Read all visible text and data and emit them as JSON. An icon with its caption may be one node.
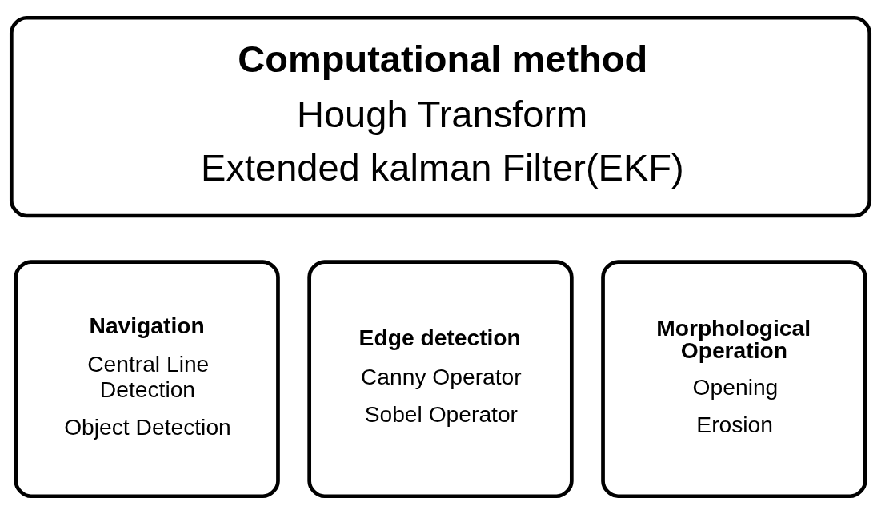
{
  "diagram": {
    "nodes": [
      {
        "text": [
          "Computational method",
          "Hough Transform",
          "Extended kalman Filter(EKF)"
        ]
      },
      {
        "text": [
          "Navigation",
          "Central Line Detection",
          "Object Detection"
        ]
      },
      {
        "text": [
          "Edge detection",
          "Canny Operator",
          "Sobel Operator"
        ]
      },
      {
        "text": [
          "Morphological Operation",
          "Opening",
          "Erosion"
        ]
      }
    ]
  }
}
